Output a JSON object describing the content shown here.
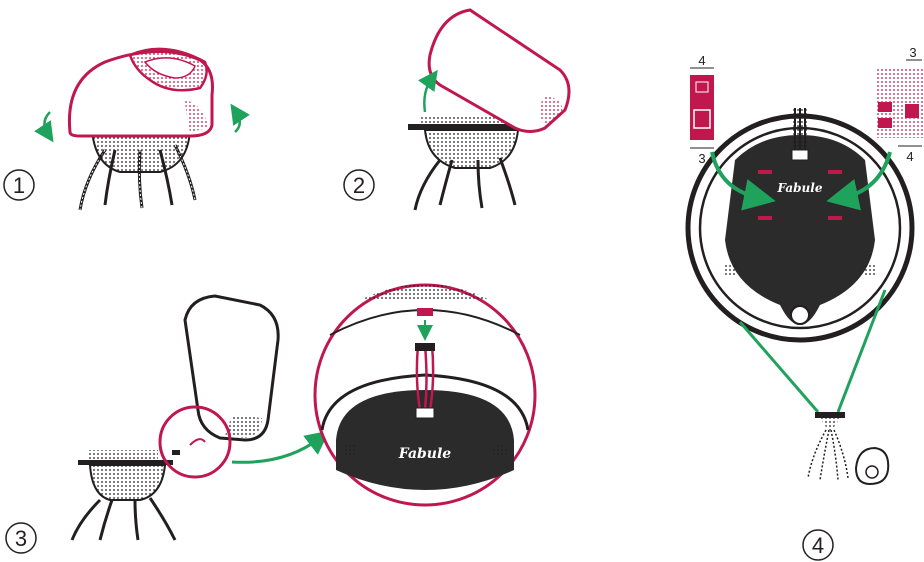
{
  "steps": [
    {
      "number": "1"
    },
    {
      "number": "2"
    },
    {
      "number": "3"
    },
    {
      "number": "4"
    }
  ],
  "brand": "Fabule",
  "dimensions": {
    "left_top": "4",
    "left_bottom": "3",
    "right_top": "3",
    "right_bottom": "4"
  },
  "colors": {
    "outline": "#231f20",
    "accent": "#c0174f",
    "arrow": "#1fa35c",
    "base": "#2b2b2b"
  }
}
